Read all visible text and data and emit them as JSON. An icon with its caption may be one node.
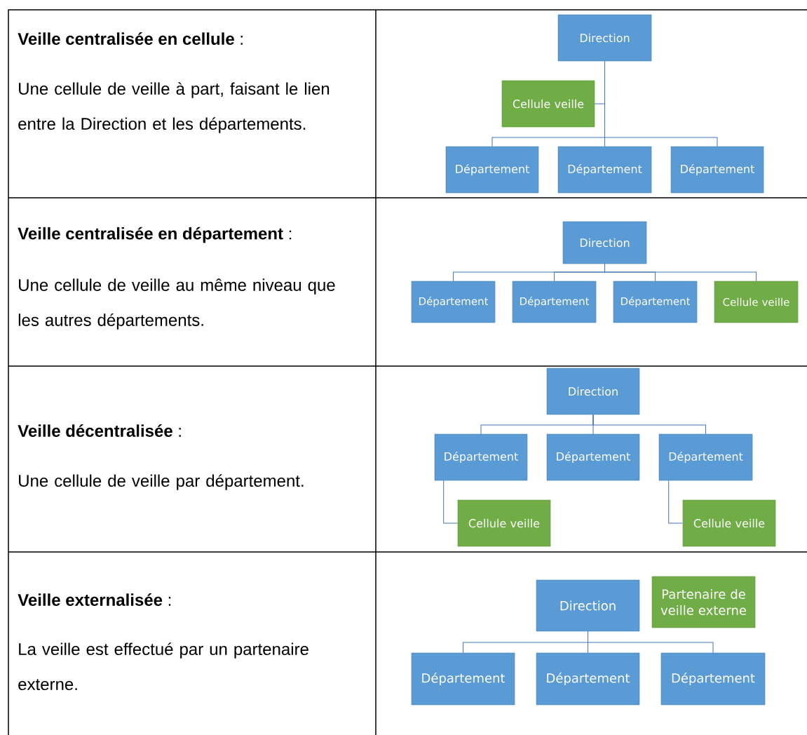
{
  "diagram": {
    "nodes": [
      {
        "text": [
          "Direction"
        ]
      },
      {
        "text": [
          "Cellule veille"
        ]
      },
      {
        "text": [
          "Département"
        ]
      },
      {
        "text": [
          "Département"
        ]
      },
      {
        "text": [
          "Département"
        ]
      },
      {
        "text": [
          "Direction"
        ]
      },
      {
        "text": [
          "Département"
        ]
      },
      {
        "text": [
          "Département"
        ]
      },
      {
        "text": [
          "Département"
        ]
      },
      {
        "text": [
          "Cellule veille"
        ]
      },
      {
        "text": [
          "Direction"
        ]
      },
      {
        "text": [
          "Département"
        ]
      },
      {
        "text": [
          "Département"
        ]
      },
      {
        "text": [
          "Département"
        ]
      },
      {
        "text": [
          "Cellule veille"
        ]
      },
      {
        "text": [
          "Cellule veille"
        ]
      },
      {
        "text": [
          "Direction"
        ]
      },
      {
        "text": [
          "Partenaire de veille externe"
        ]
      },
      {
        "text": [
          "Département"
        ]
      },
      {
        "text": [
          "Département"
        ]
      },
      {
        "text": [
          "Département"
        ]
      }
    ],
    "edges": [
      {
        "from": 0,
        "to": 1,
        "arrow": "none"
      },
      {
        "from": 0,
        "to": 2,
        "arrow": "none"
      },
      {
        "from": 0,
        "to": 3,
        "arrow": "none"
      },
      {
        "from": 0,
        "to": 4,
        "arrow": "none"
      },
      {
        "from": 5,
        "to": 6,
        "arrow": "none"
      },
      {
        "from": 5,
        "to": 7,
        "arrow": "none"
      },
      {
        "from": 5,
        "to": 8,
        "arrow": "none"
      },
      {
        "from": 5,
        "to": 9,
        "arrow": "none"
      },
      {
        "from": 10,
        "to": 11,
        "arrow": "none"
      },
      {
        "from": 10,
        "to": 12,
        "arrow": "none"
      },
      {
        "from": 10,
        "to": 13,
        "arrow": "none"
      },
      {
        "from": 11,
        "to": 14,
        "arrow": "none"
      },
      {
        "from": 13,
        "to": 15,
        "arrow": "none"
      },
      {
        "from": 16,
        "to": 18,
        "arrow": "none"
      },
      {
        "from": 16,
        "to": 19,
        "arrow": "none"
      },
      {
        "from": 16,
        "to": 20,
        "arrow": "none"
      }
    ],
    "labels": [
      "**Veille centralisée en cellule** :",
      "Une cellule de veille à part, faisant le lien entre la Direction et les départements.",
      "**Veille centralisée en département** :",
      "Une cellule de veille au même niveau que les autres départements.",
      "**Veille décentralisée** :",
      "Une cellule de veille par département.",
      "**Veille externalisée** :",
      "La veille est effectué par un partenaire externe."
    ]
  }
}
